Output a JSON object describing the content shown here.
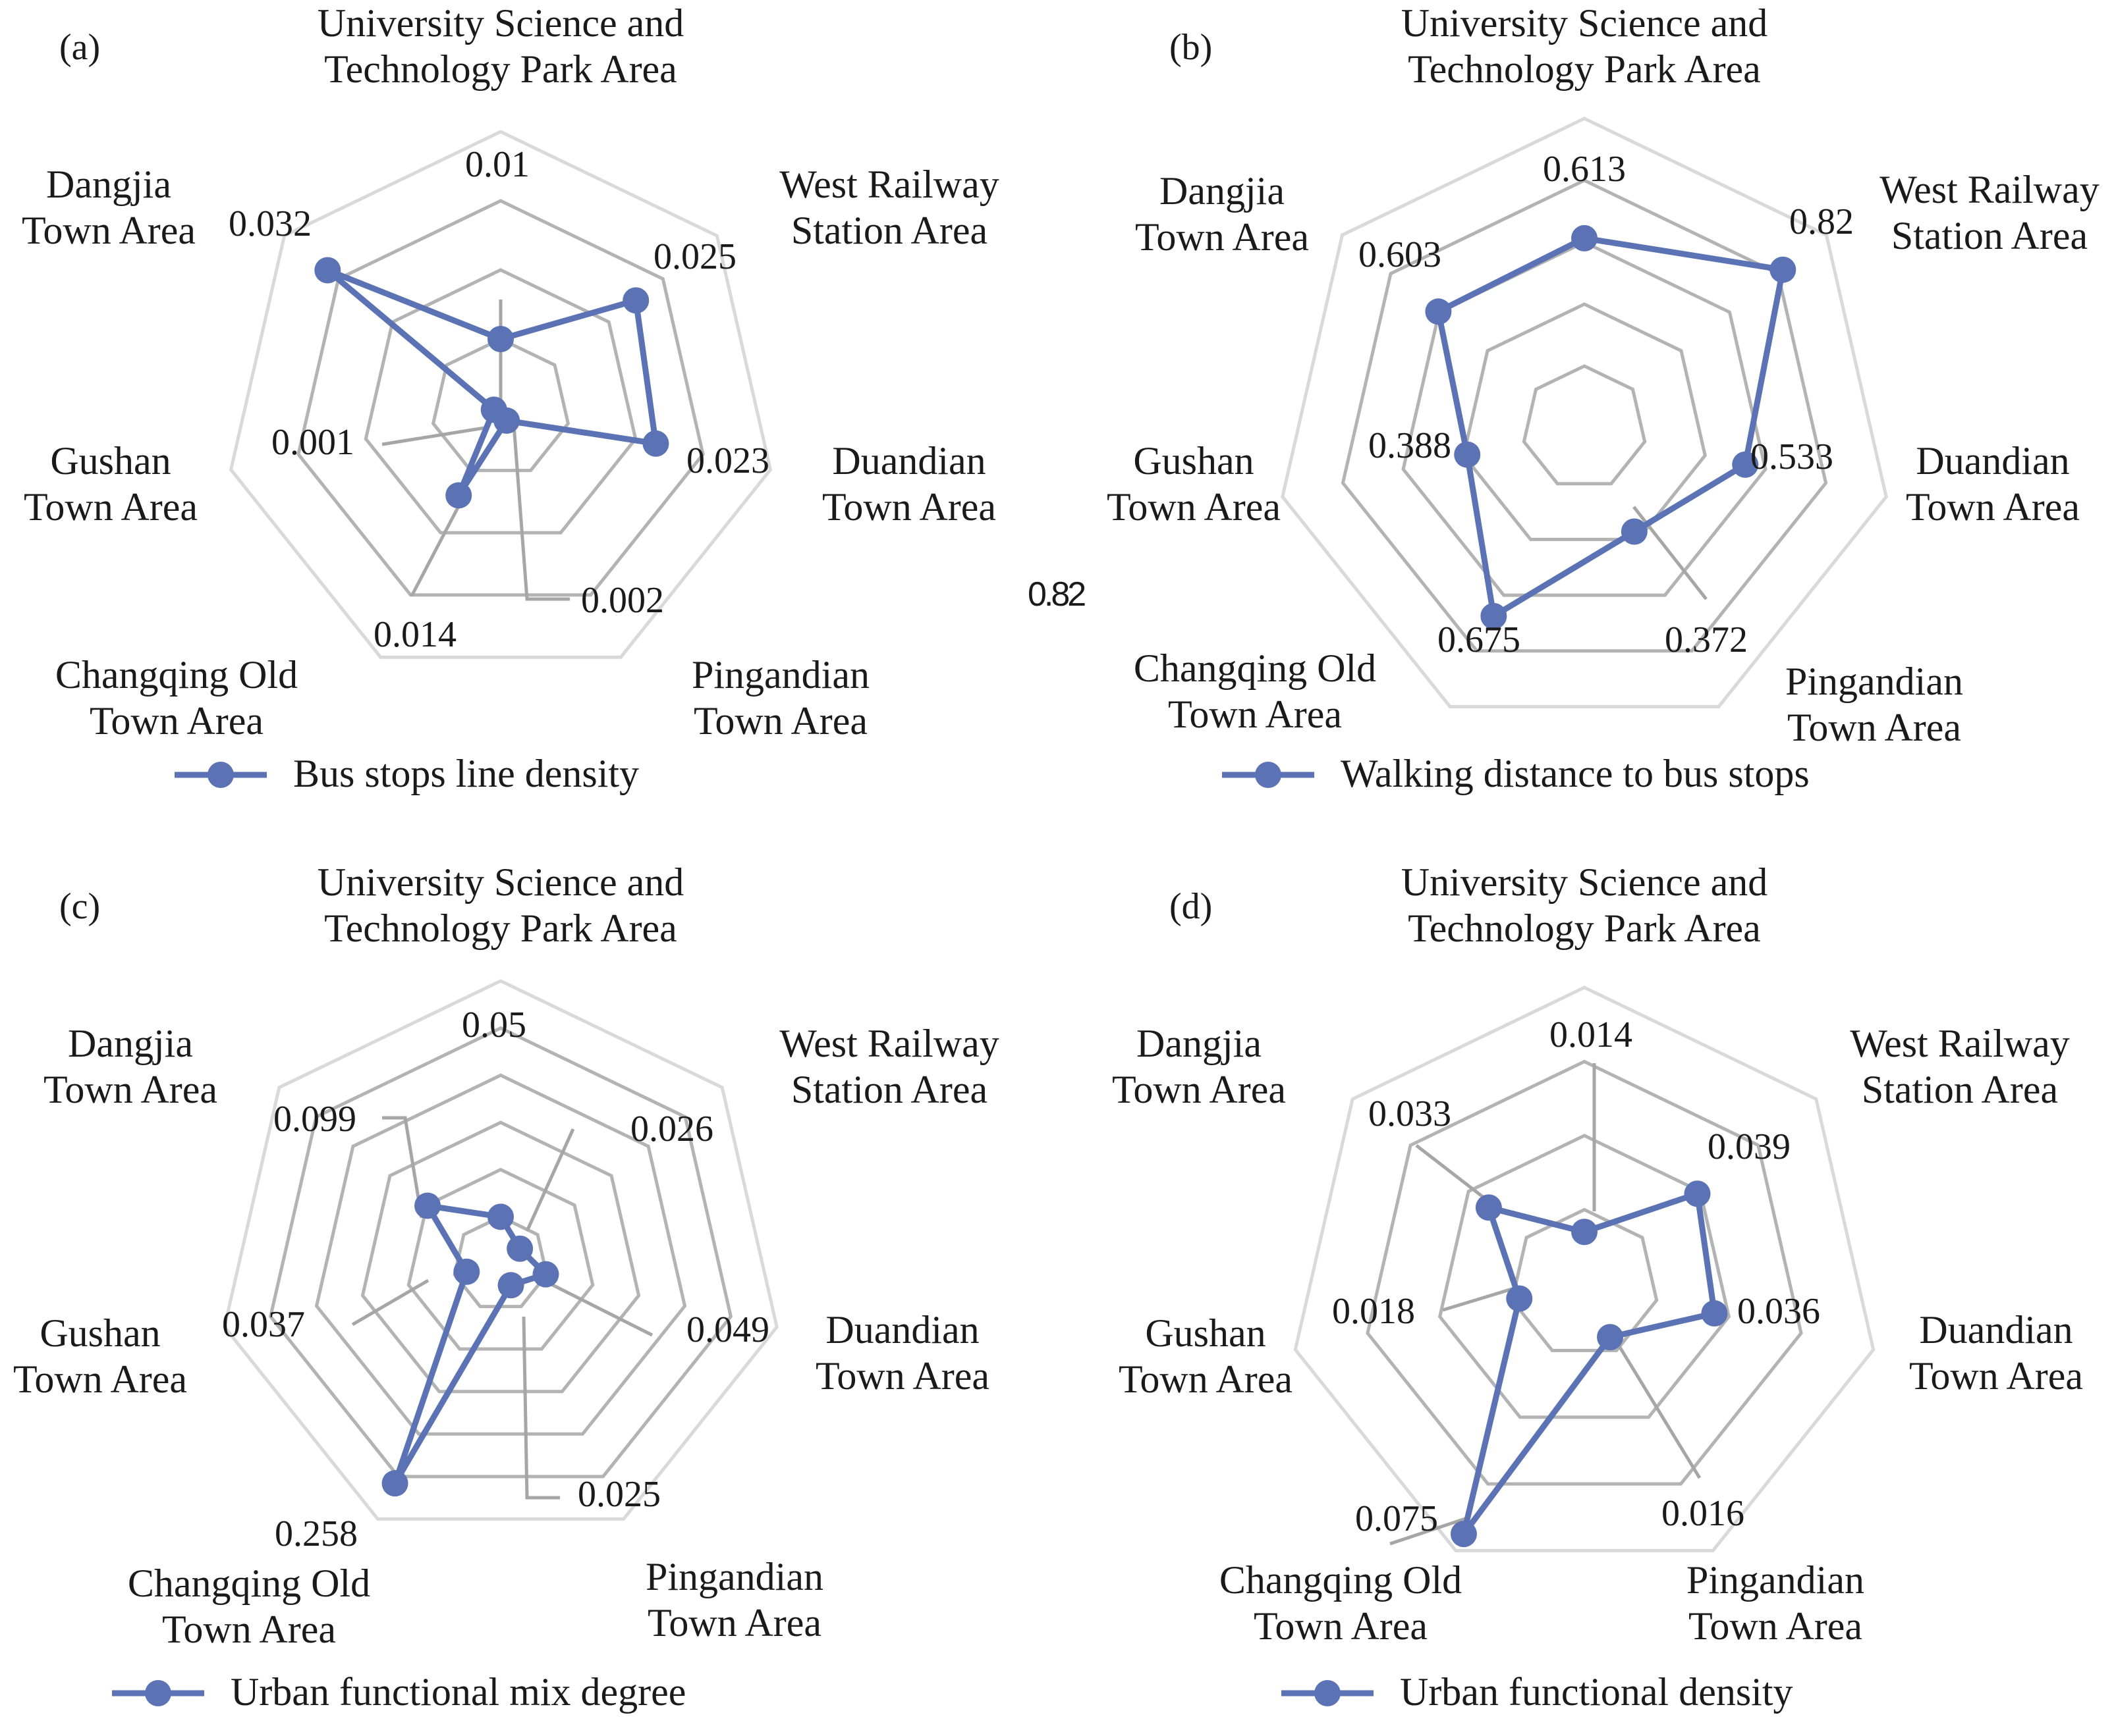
{
  "colors": {
    "series": "#5b73b4",
    "grid_light": "#d9d9d9",
    "grid_dark": "#b3b3b3",
    "leader": "#a6a6a6",
    "text": "#1a1a1a"
  },
  "stray_label": "0.82",
  "chart_data": [
    {
      "type": "radar",
      "panel": "(a)",
      "categories": [
        [
          "University Science and",
          "Technology Park Area"
        ],
        [
          "West Railway",
          "Station Area"
        ],
        [
          "Duandian",
          "Town Area"
        ],
        [
          "Pingandian",
          "Town Area"
        ],
        [
          "Changqing Old",
          "Town Area"
        ],
        [
          "Gushan",
          "Town Area"
        ],
        [
          "Dangjia",
          "Town Area"
        ]
      ],
      "series": [
        {
          "name": "Bus stops line density",
          "values": [
            0.01,
            0.025,
            0.023,
            0.002,
            0.014,
            0.001,
            0.032
          ]
        }
      ],
      "value_labels": [
        "0.01",
        "0.025",
        "0.023",
        "0.002",
        "0.014",
        "0.001",
        "0.032"
      ],
      "rmax": 0.04,
      "grid_rings": 4,
      "grid": true,
      "legend": "bottom"
    },
    {
      "type": "radar",
      "panel": "(b)",
      "categories": [
        [
          "University Science and",
          "Technology Park Area"
        ],
        [
          "West Railway",
          "Station Area"
        ],
        [
          "Duandian",
          "Town Area"
        ],
        [
          "Pingandian",
          "Town Area"
        ],
        [
          "Changqing Old",
          "Town Area"
        ],
        [
          "Gushan",
          "Town Area"
        ],
        [
          "Dangjia",
          "Town Area"
        ]
      ],
      "series": [
        {
          "name": "Walking distance to bus stops",
          "values": [
            0.613,
            0.82,
            0.533,
            0.372,
            0.675,
            0.388,
            0.603
          ]
        }
      ],
      "value_labels": [
        "0.613",
        "0.82",
        "0.533",
        "0.372",
        "0.675",
        "0.388",
        "0.603"
      ],
      "rmax": 1.0,
      "grid_rings": 5,
      "grid": true,
      "legend": "bottom"
    },
    {
      "type": "radar",
      "panel": "(c)",
      "categories": [
        [
          "University Science and",
          "Technology Park Area"
        ],
        [
          "West Railway",
          "Station Area"
        ],
        [
          "Duandian",
          "Town Area"
        ],
        [
          "Pingandian",
          "Town Area"
        ],
        [
          "Changqing Old",
          "Town Area"
        ],
        [
          "Gushan",
          "Town Area"
        ],
        [
          "Dangjia",
          "Town Area"
        ]
      ],
      "series": [
        {
          "name": "Urban functional mix degree",
          "values": [
            0.05,
            0.026,
            0.049,
            0.025,
            0.258,
            0.037,
            0.099
          ]
        }
      ],
      "value_labels": [
        "0.05",
        "0.026",
        "0.049",
        "0.025",
        "0.258",
        "0.037",
        "0.099"
      ],
      "rmax": 0.3,
      "grid_rings": 6,
      "grid": true,
      "legend": "bottom"
    },
    {
      "type": "radar",
      "panel": "(d)",
      "categories": [
        [
          "University Science and",
          "Technology Park Area"
        ],
        [
          "West Railway",
          "Station Area"
        ],
        [
          "Duandian",
          "Town Area"
        ],
        [
          "Pingandian",
          "Town Area"
        ],
        [
          "Changqing Old",
          "Town Area"
        ],
        [
          "Gushan",
          "Town Area"
        ],
        [
          "Dangjia",
          "Town Area"
        ]
      ],
      "series": [
        {
          "name": "Urban functional density",
          "values": [
            0.014,
            0.039,
            0.036,
            0.016,
            0.075,
            0.018,
            0.033
          ]
        }
      ],
      "value_labels": [
        "0.014",
        "0.039",
        "0.036",
        "0.016",
        "0.075",
        "0.018",
        "0.033"
      ],
      "rmax": 0.08,
      "grid_rings": 4,
      "grid": true,
      "legend": "bottom"
    }
  ]
}
